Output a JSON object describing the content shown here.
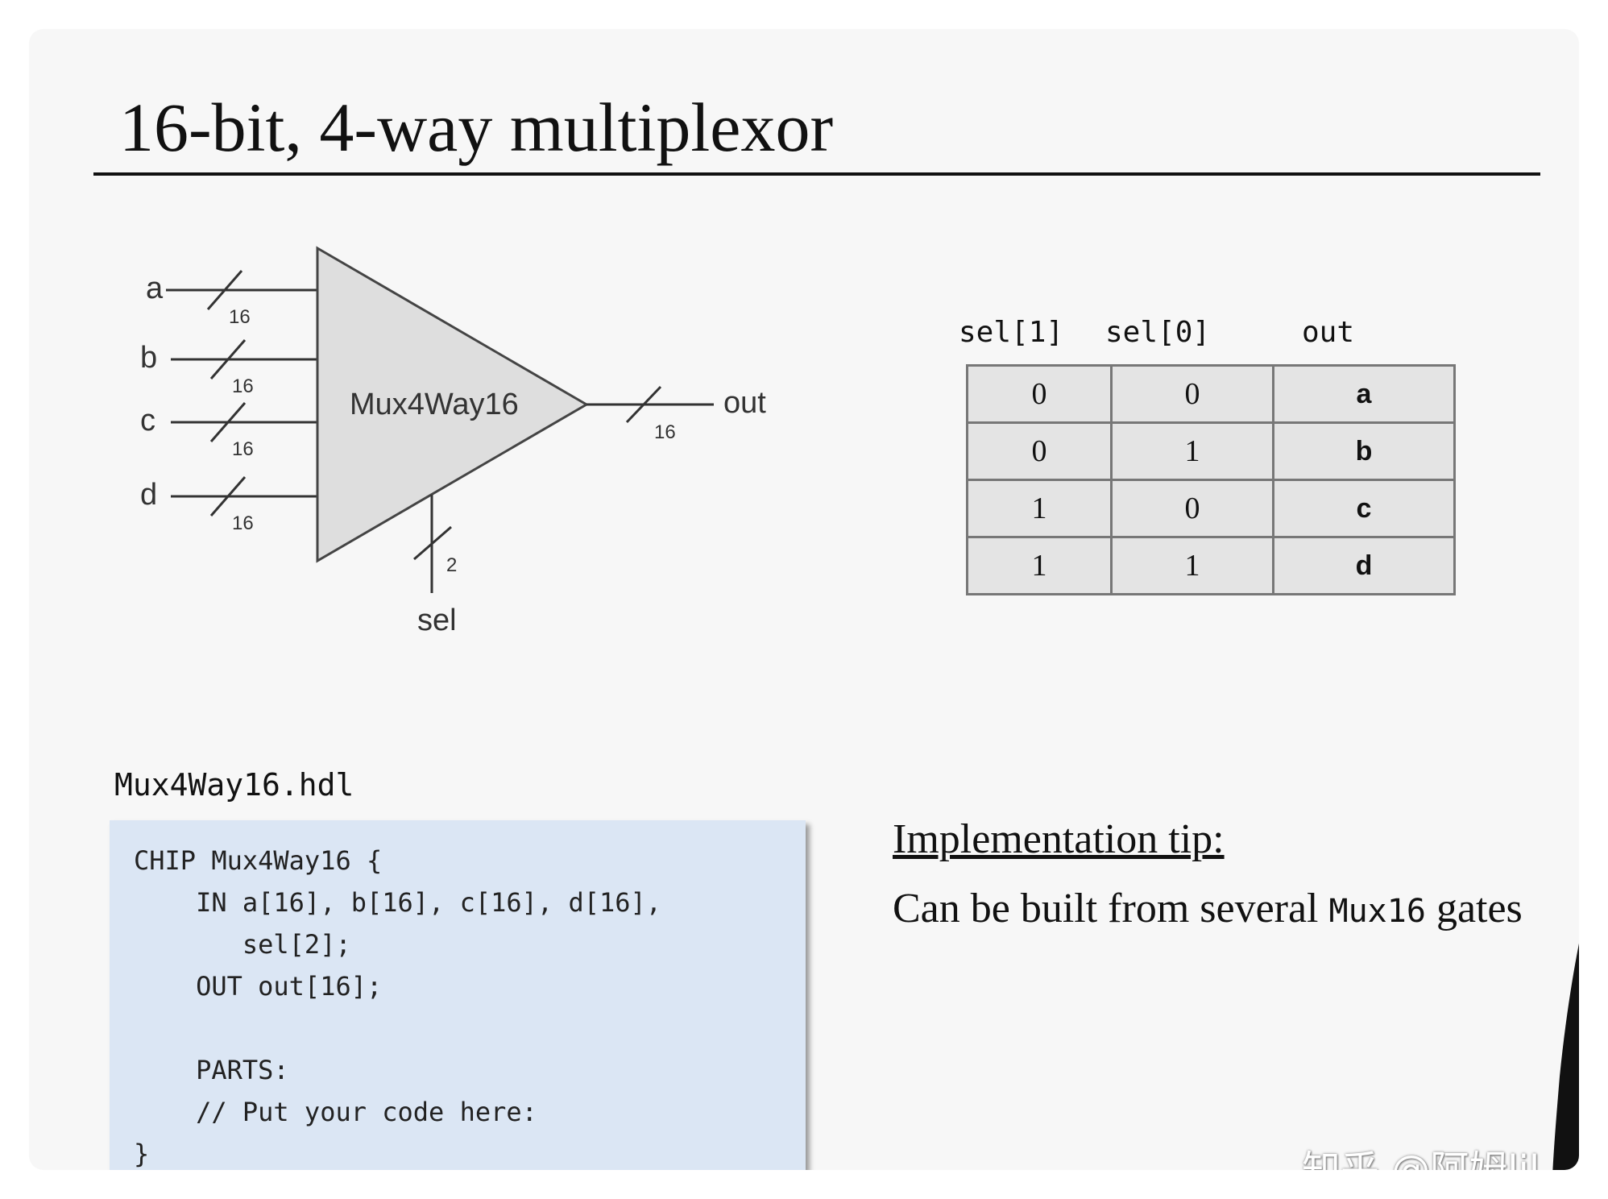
{
  "slide": {
    "title": "16-bit, 4-way multiplexor"
  },
  "diagram": {
    "chip_label": "Mux4Way16",
    "inputs": [
      {
        "name": "a",
        "width": "16"
      },
      {
        "name": "b",
        "width": "16"
      },
      {
        "name": "c",
        "width": "16"
      },
      {
        "name": "d",
        "width": "16"
      }
    ],
    "output": {
      "name": "out",
      "width": "16"
    },
    "select": {
      "name": "sel",
      "width": "2"
    }
  },
  "truth_table": {
    "headers": [
      "sel[1]",
      "sel[0]",
      "out"
    ],
    "rows": [
      [
        "0",
        "0",
        "a"
      ],
      [
        "0",
        "1",
        "b"
      ],
      [
        "1",
        "0",
        "c"
      ],
      [
        "1",
        "1",
        "d"
      ]
    ]
  },
  "hdl": {
    "filename": "Mux4Way16.hdl",
    "code": "CHIP Mux4Way16 {\n    IN a[16], b[16], c[16], d[16],\n       sel[2];\n    OUT out[16];\n\n    PARTS:\n    // Put your code here:\n}"
  },
  "tip": {
    "title": "Implementation tip:",
    "text_before": "Can be built from several",
    "code_word": "Mux16",
    "text_after": "gates"
  },
  "watermark": "知乎 @阿姆lil"
}
